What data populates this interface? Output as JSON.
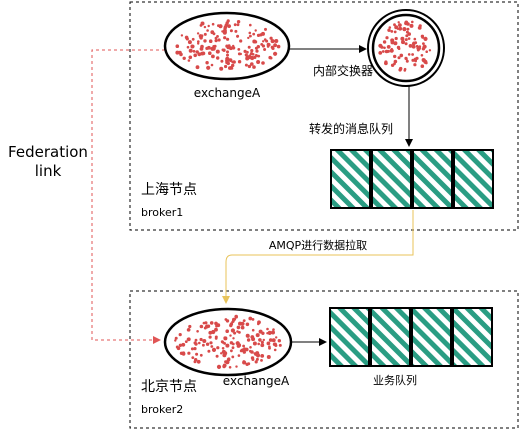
{
  "federation_link": {
    "line1": "Federation",
    "line2": "link"
  },
  "shanghai": {
    "exchange_label": "exchangeA",
    "internal_exchange_label": "内部交换器",
    "forward_queue_label": "转发的消息队列",
    "node_title": "上海节点",
    "broker": "broker1"
  },
  "amqp_pull_label": "AMQP进行数据拉取",
  "beijing": {
    "node_title": "北京节点",
    "exchange_label": "exchangeA",
    "broker": "broker2",
    "queue_label": "业务队列"
  },
  "colors": {
    "dots": "#d84a4a",
    "queue_stripe": "#2a9d83",
    "federation_line": "#e05555",
    "amqp_line": "#e8c35a"
  }
}
